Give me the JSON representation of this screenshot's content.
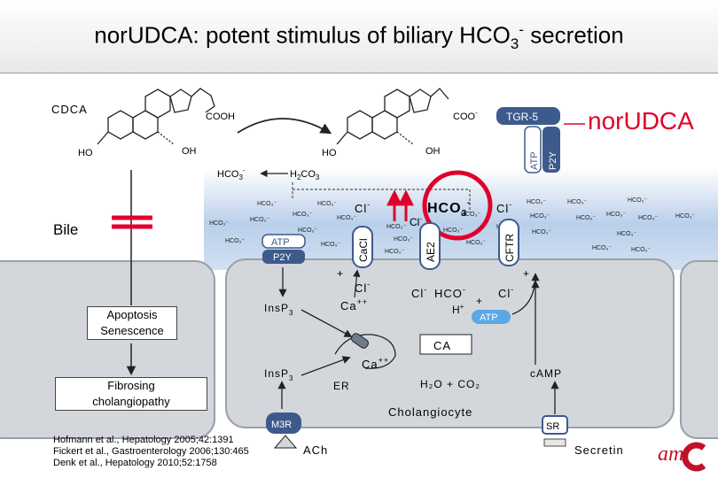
{
  "header": {
    "title_main": "nor",
    "title_rest": "UDCA: potent stimulus of biliary HCO",
    "title_sub": "3",
    "title_sup": "-",
    "title_end": " secretion"
  },
  "highlight": {
    "label": "nor",
    "label2": "UDCA"
  },
  "molecules": {
    "left": "CDCA",
    "cooh": "COOH",
    "coo": "COO",
    "coo_sup": "-",
    "oh": "OH",
    "ho": "HO"
  },
  "labels": {
    "bile": "Bile",
    "apoptosis_line1": "Apoptosis",
    "apoptosis_line2": "Senescence",
    "fibrosing_line1": "Fibrosing",
    "fibrosing_line2": "cholangiopathy",
    "cholangiocyte": "Cholangiocyte",
    "er": "ER",
    "ca": "CA",
    "camp": "cAMP",
    "ach": "ACh",
    "secretin": "Secretin",
    "tgr5": "TGR-5",
    "atp": "ATP",
    "p2y": "P2Y",
    "cacl": "CaCl",
    "ae2": "AE2",
    "cftr": "CFTR",
    "m3r": "M3R",
    "sr": "SR",
    "insp3": "InsP",
    "insp3_sub": "3",
    "ca_pp": "Ca",
    "ca_pp_sup": "++",
    "cl": "Cl",
    "cl_sup": "-",
    "hco3": "HCO",
    "hco3_sub": "3",
    "hco3_sup": "-",
    "h2co3": "H",
    "h_plus": "H",
    "plus": "+",
    "water_co2": "H₂O + CO₂"
  },
  "colors": {
    "accent_red": "#e0002a",
    "receptor_blue": "#3d5a8c",
    "cell_gray": "#d3d7db",
    "bile_blue": "#b7cde9"
  },
  "references": [
    "Hofmann et al., Hepatology 2005;42:1391",
    "Fickert et al., Gastroenterology 2006;130:465",
    "Denk et al., Hepatology 2010;52:1758"
  ],
  "logo": {
    "text": "am"
  }
}
